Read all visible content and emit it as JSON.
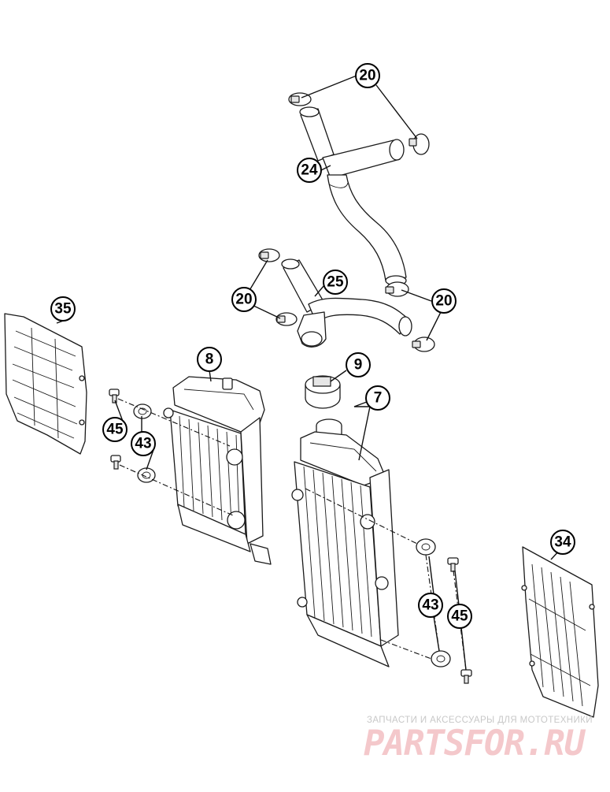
{
  "callouts": {
    "c20a": "20",
    "c24": "24",
    "c20b": "20",
    "c25": "25",
    "c20c": "20",
    "c35": "35",
    "c8": "8",
    "c9": "9",
    "c7": "7",
    "c45a": "45",
    "c43a": "43",
    "c34": "34",
    "c43b": "43",
    "c45b": "45"
  },
  "watermark": {
    "subtitle": "ЗАПЧАСТИ И АКСЕССУАРЫ ДЛЯ МОТОТЕХНИКИ",
    "logo": "PARTSFOR.RU",
    "logo_color": "#f4c8cb",
    "subtitle_color": "#c8c8c8"
  }
}
